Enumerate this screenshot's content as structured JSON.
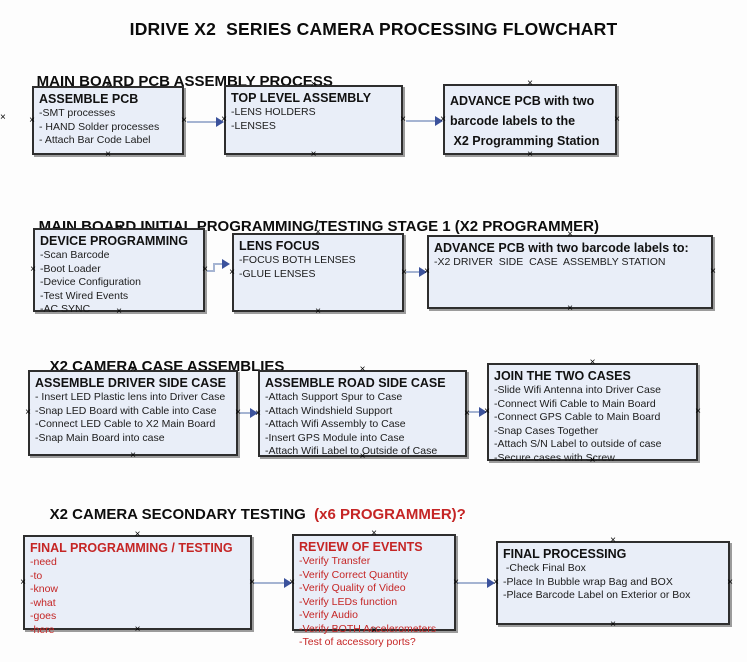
{
  "title": "IDRIVE X2  SERIES CAMERA PROCESSING FLOWCHART",
  "colors": {
    "accent_red": "#c52525",
    "box_fill": "#e9eef8",
    "box_border": "#2e2e2e",
    "box_shadow": "#9c9c9c",
    "arrow_line": "#a5b4d2",
    "arrow_head": "#3b529c",
    "text": "#111111"
  },
  "icons": {
    "connection_point": "×"
  },
  "sections": [
    {
      "header": "MAIN BOARD PCB ASSEMBLY PROCESS",
      "boxes": [
        {
          "title": "ASSEMBLE PCB",
          "items": [
            "-SMT processes",
            "- HAND Solder processes",
            "- Attach Bar Code Label"
          ]
        },
        {
          "title": "TOP LEVEL ASSEMBLY",
          "items": [
            "-LENS HOLDERS",
            "-LENSES"
          ]
        },
        {
          "title": "ADVANCE PCB with two",
          "items": [
            "barcode labels to the",
            " X2 Programming Station"
          ]
        }
      ]
    },
    {
      "header": "MAIN BOARD INITIAL PROGRAMMING/TESTING STAGE 1 (X2 PROGRAMMER)",
      "boxes": [
        {
          "title": "DEVICE PROGRAMMING",
          "items": [
            "-Scan Barcode",
            "-Boot Loader",
            "-Device Configuration",
            "-Test Wired Events",
            "-AC SYNC"
          ]
        },
        {
          "title": "LENS FOCUS",
          "items": [
            "-FOCUS BOTH LENSES",
            "-GLUE LENSES"
          ]
        },
        {
          "title": "ADVANCE PCB with two barcode labels to:",
          "items": [
            "-X2 DRIVER  SIDE  CASE  ASSEMBLY STATION"
          ]
        }
      ]
    },
    {
      "header": "X2 CAMERA CASE ASSEMBLIES",
      "boxes": [
        {
          "title": "ASSEMBLE DRIVER SIDE CASE",
          "items": [
            "- Insert LED Plastic lens into Driver Case",
            "-Snap LED Board with Cable into Case",
            "-Connect LED Cable to X2 Main Board",
            "-Snap Main Board into case"
          ]
        },
        {
          "title": "ASSEMBLE ROAD SIDE CASE",
          "items": [
            "-Attach Support Spur to Case",
            "-Attach Windshield Support",
            "-Attach Wifi Assembly to Case",
            "-Insert GPS Module into Case",
            "-Attach Wifi Label to Outside of Case"
          ]
        },
        {
          "title": "JOIN THE TWO CASES",
          "items": [
            "-Slide Wifi Antenna into Driver Case",
            "-Connect Wifi Cable to Main Board",
            "-Connect GPS Cable to Main Board",
            "-Snap Cases Together",
            "-Attach S/N Label to outside of case",
            "-Secure cases with Screw"
          ]
        }
      ]
    },
    {
      "header": "X2 CAMERA SECONDARY TESTING  ",
      "header_suffix": "(x6 PROGRAMMER)?",
      "boxes": [
        {
          "title": "FINAL PROGRAMMING / TESTING",
          "items": [
            "-need",
            "-to",
            "-know",
            "-what",
            "-goes",
            "-here"
          ]
        },
        {
          "title": "REVIEW OF EVENTS",
          "items": [
            "-Verify Transfer",
            "-Verify Correct Quantity",
            "-Verify Quality of Video",
            "-Verify LEDs function",
            "-Verify Audio",
            "-Verify BOTH Accelerometers",
            "-Test of accessory ports?"
          ]
        },
        {
          "title": "FINAL PROCESSING",
          "items": [
            " -Check Final Box",
            "-Place In Bubble wrap Bag and BOX",
            "-Place Barcode Label on Exterior or Box"
          ]
        }
      ]
    }
  ]
}
